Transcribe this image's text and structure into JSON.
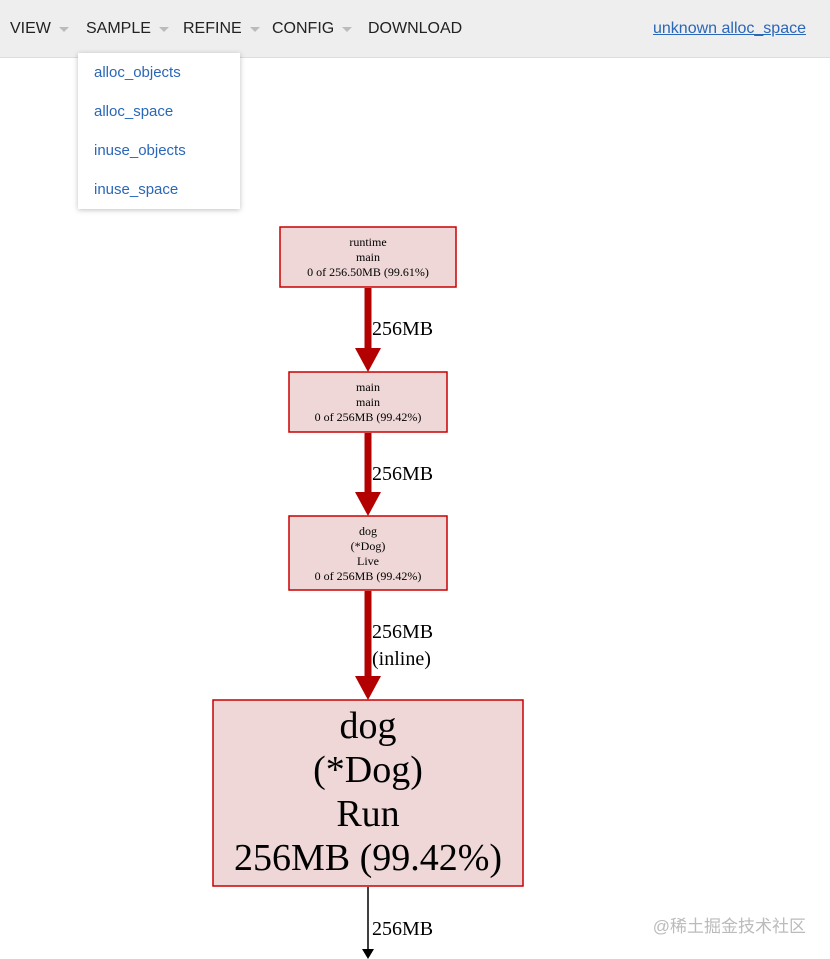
{
  "toolbar": {
    "view": "VIEW",
    "sample": "SAMPLE",
    "refine": "REFINE",
    "config": "CONFIG",
    "download": "DOWNLOAD",
    "title_link": "unknown alloc_space"
  },
  "sample_menu": {
    "items": [
      "alloc_objects",
      "alloc_space",
      "inuse_objects",
      "inuse_space"
    ]
  },
  "graph": {
    "nodes": [
      {
        "lines": [
          "runtime",
          "main",
          "0 of 256.50MB (99.61%)"
        ]
      },
      {
        "lines": [
          "main",
          "main",
          "0 of 256MB (99.42%)"
        ]
      },
      {
        "lines": [
          "dog",
          "(*Dog)",
          "Live",
          "0 of 256MB (99.42%)"
        ]
      },
      {
        "lines": [
          "dog",
          "(*Dog)",
          "Run",
          "256MB (99.42%)"
        ]
      }
    ],
    "edges": [
      {
        "lines": [
          "256MB"
        ]
      },
      {
        "lines": [
          "256MB"
        ]
      },
      {
        "lines": [
          "256MB",
          "(inline)"
        ]
      },
      {
        "lines": [
          "256MB"
        ]
      }
    ]
  },
  "colors": {
    "node_fill": "#eed7d6",
    "node_border": "#c80000",
    "edge_heavy": "#b30000",
    "edge_light": "#000000",
    "link": "#2a67b8"
  },
  "watermark": "@稀土掘金技术社区"
}
